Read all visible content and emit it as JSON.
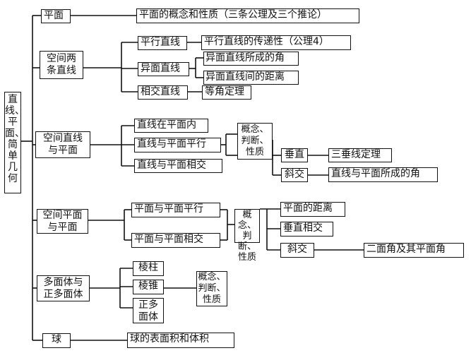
{
  "root": "直线、平面、简单几何",
  "branches": {
    "plane": "平面",
    "plane_desc": "平面的概念和性质（三条公理及三个推论）",
    "two_lines": "空间两条直线",
    "parallel_lines": "平行直线",
    "parallel_lines_desc": "平行直线的传递性（公理4）",
    "skew_lines": "异面直线",
    "skew_angle": "异面直线所成的角",
    "skew_distance": "异面直线间的距离",
    "intersecting_lines": "相交直线",
    "equal_angle": "等角定理",
    "line_plane": "空间直线与平面",
    "line_in_plane": "直线在平面内",
    "line_parallel_plane": "直线与平面平行",
    "line_intersect_plane": "直线与平面相交",
    "concept_1": "概念、判断、性质",
    "perpendicular": "垂直",
    "three_perp": "三垂线定理",
    "oblique": "斜交",
    "line_plane_angle": "直线与平面所成的角",
    "plane_plane": "空间平面与平面",
    "planes_parallel": "平面与平面平行",
    "planes_intersect": "平面与平面相交",
    "concept_2": "概念、判断、性质",
    "plane_distance": "平面的距离",
    "perp_intersect": "垂直相交",
    "oblique_2": "斜交",
    "dihedral": "二面角及其平面角",
    "polyhedron": "多面体与正多面体",
    "prism": "棱柱",
    "pyramid": "棱锥",
    "regular_poly": "正多面体",
    "concept_3": "概念、判断、性质",
    "sphere": "球",
    "sphere_desc": "球的表面积和体积"
  }
}
